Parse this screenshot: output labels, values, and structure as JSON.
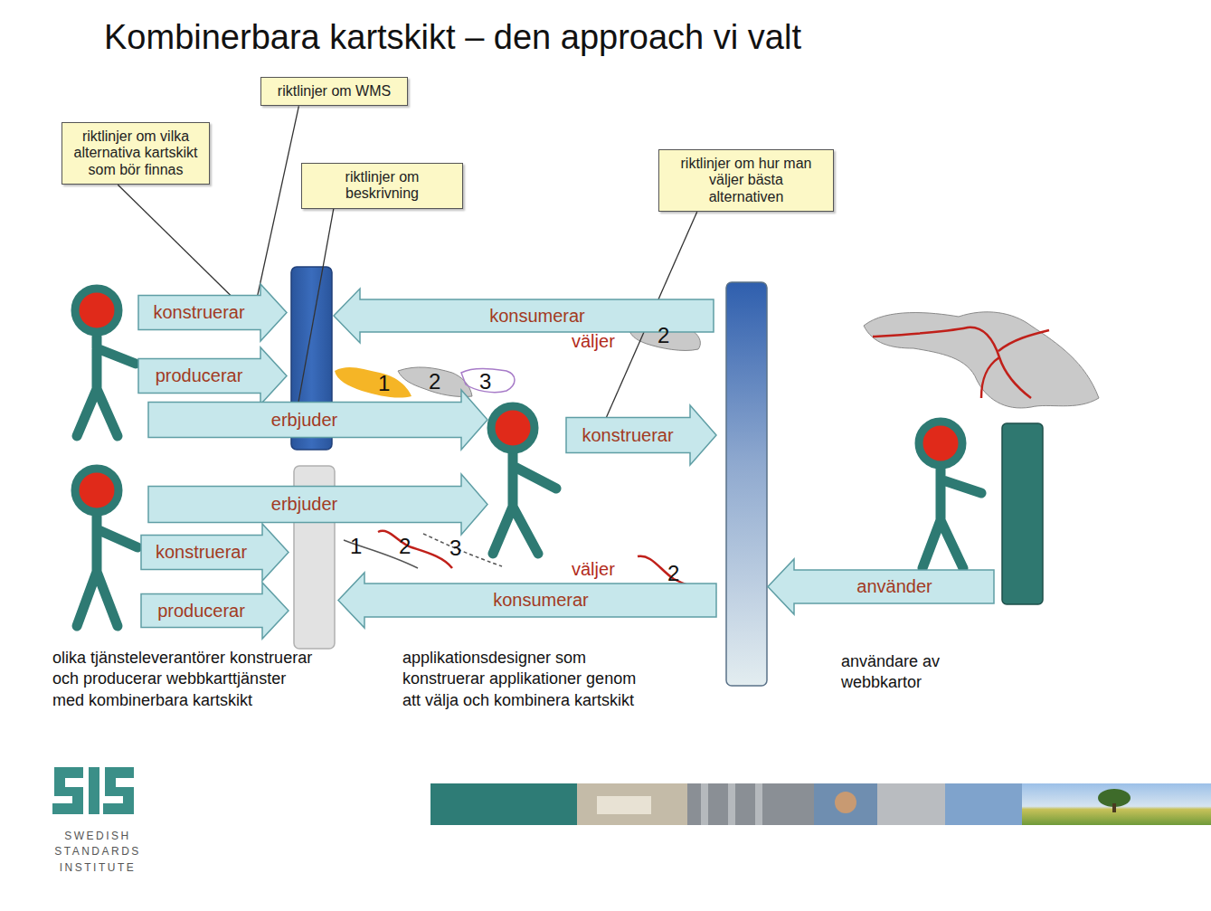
{
  "diagram": {
    "title": "Kombinerbara kartskikt – den approach vi valt",
    "nodes": [
      {
        "text": [
          "riktlinjer om vilka alternativa kartskikt som bör finnas"
        ]
      },
      {
        "text": [
          "riktlinjer om WMS"
        ]
      },
      {
        "text": [
          "riktlinjer om beskrivning"
        ]
      },
      {
        "text": [
          "riktlinjer om hur man väljer bästa alternativen"
        ]
      },
      {
        "text": [
          "konstruerar"
        ]
      },
      {
        "text": [
          "konsumerar"
        ]
      },
      {
        "text": [
          "producerar"
        ]
      },
      {
        "text": [
          "erbjuder"
        ]
      },
      {
        "text": [
          "konstruerar"
        ]
      },
      {
        "text": [
          "erbjuder"
        ]
      },
      {
        "text": [
          "konstruerar"
        ]
      },
      {
        "text": [
          "använder"
        ]
      },
      {
        "text": [
          "producerar"
        ]
      },
      {
        "text": [
          "konsumerar"
        ]
      }
    ],
    "edges": [
      {
        "from": 0,
        "to": 4,
        "arrow": "none"
      },
      {
        "from": 1,
        "to": 4,
        "arrow": "none"
      },
      {
        "from": 2,
        "to": 7,
        "arrow": "none"
      },
      {
        "from": 3,
        "to": 8,
        "arrow": "none"
      }
    ],
    "labels": [
      "väljer",
      "2",
      "1",
      "2",
      "3",
      "1",
      "2",
      "3",
      "väljer",
      "2",
      "olika tjänsteleverantörer konstruerar och producerar webbkarttjänster med kombinerbara kartskikt",
      "applikationsdesigner som konstruerar applikationer genom att välja och kombinera kartskikt",
      "användare av webbkartor",
      "SWEDISH STANDARDS INSTITUTE"
    ]
  }
}
